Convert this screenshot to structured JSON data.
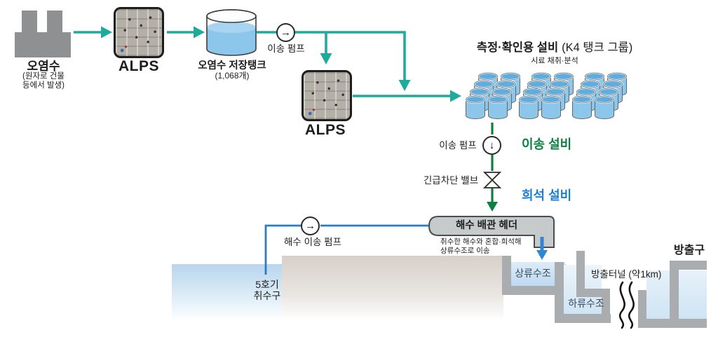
{
  "colors": {
    "flow_teal": "#1fab9c",
    "flow_green": "#0d8040",
    "flow_blue_arrow": "#2e87d6",
    "seawater_line_blue": "#2b7cc1",
    "facility_green_text": "#0d8040",
    "facility_blue_text": "#1b7ed3",
    "tank_blue": "#8cc6ea",
    "wall_gray": "#a9adaf",
    "land_beige": "#d7d0c9",
    "sea_blue": "#b7d5ed"
  },
  "icons": {
    "right_arrow": "→",
    "down_arrow": "↓"
  },
  "nodes": {
    "source": {
      "label": "오염수",
      "sub1": "(원자로 건물",
      "sub2": "등에서 발생)"
    },
    "alps1": {
      "label": "ALPS"
    },
    "storage_tank": {
      "label": "오염수 저장탱크",
      "count": "(1,068개)"
    },
    "transfer_pump_top": {
      "label": "이송 펌프"
    },
    "alps2": {
      "label": "ALPS"
    },
    "k4": {
      "title_bold": "측정·확인용 설비",
      "title_paren": "(K4 탱크 그룹)",
      "subtitle": "시료 채취·분석",
      "clusters": 3,
      "rows": 4,
      "cols": 2
    },
    "transfer_pump_mid": {
      "label": "이송 펌프"
    },
    "transfer_facility": {
      "label": "이송 설비"
    },
    "shutoff_valve": {
      "label": "긴급차단 밸브"
    },
    "dilution_facility": {
      "label": "희석 설비"
    },
    "seawater_header": {
      "label": "해수 배관 헤더",
      "note1": "취수한 해수와 혼합·희석해",
      "note2": "상류수조로 이송"
    },
    "seawater_pump": {
      "label": "해수 이송 펌프"
    },
    "intake": {
      "line1": "5호기",
      "line2": "취수구"
    },
    "upstream_tank": {
      "label": "상류수조"
    },
    "downstream_tank": {
      "label": "하류수조"
    },
    "tunnel": {
      "label": "방출터널 (약1km)"
    },
    "outlet": {
      "label": "방출구"
    }
  }
}
